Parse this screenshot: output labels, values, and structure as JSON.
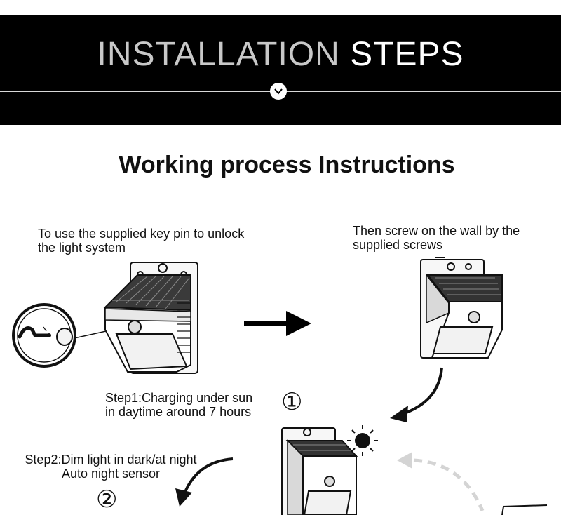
{
  "banner": {
    "title_part1": "INSTALLATION",
    "title_part2": "STEPS",
    "badge_icon": "chevron-down-icon"
  },
  "section": {
    "title": "Working process Instructions"
  },
  "steps": {
    "unlock_line1": "To use the supplied key pin to unlock",
    "unlock_line2": "the light system",
    "screw_line1": "Then screw on the wall by the",
    "screw_line2": "supplied screws",
    "step1_line1": "Step1:Charging under sun",
    "step1_line2": "in daytime around 7 hours",
    "step1_number": "①",
    "step2_line1": "Step2:Dim light in dark/at night",
    "step2_line2": "Auto night sensor",
    "step2_number": "②"
  },
  "colors": {
    "banner_bg": "#000000",
    "title_gray": "#c8c8c8",
    "title_white": "#ffffff",
    "ink": "#111111"
  }
}
